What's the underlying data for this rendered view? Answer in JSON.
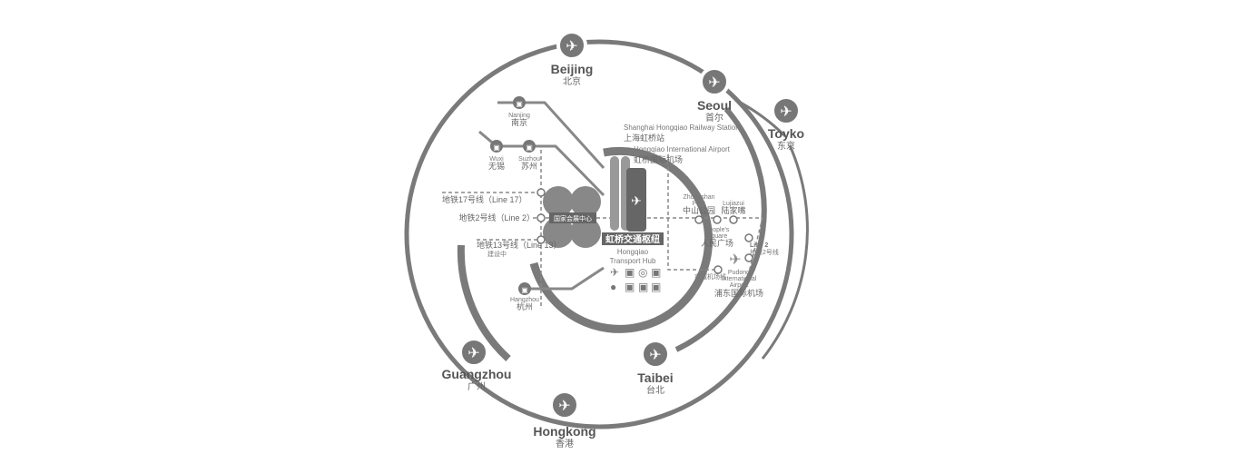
{
  "airports": {
    "beijing": {
      "en": "Beijing",
      "cn": "北京"
    },
    "seoul": {
      "en": "Seoul",
      "cn": "首尔"
    },
    "tokyo": {
      "en": "Toyko",
      "cn": "东京"
    },
    "guangzhou": {
      "en": "Guangzhou",
      "cn": "广州"
    },
    "hongkong": {
      "en": "Hongkong",
      "cn": "香港"
    },
    "taibei": {
      "en": "Taibei",
      "cn": "台北"
    }
  },
  "stations": {
    "nanjing": {
      "en": "Nanjing",
      "cn": "南京"
    },
    "wuxi": {
      "en": "Wuxi",
      "cn": "无锡"
    },
    "suzhou": {
      "en": "Suzhou",
      "cn": "苏州"
    },
    "hangzhou": {
      "en": "Hangzhou",
      "cn": "杭州"
    }
  },
  "lines": {
    "line17": "地铁17号线（Line 17）",
    "line2": "地铁2号线（Line 2）",
    "line13": "地铁13号线（Line 13）",
    "line13_note": "建设中",
    "line2_right_en": "Line 2",
    "line2_right_cn": "地铁2号线",
    "airport_line_cn": "市域机场线"
  },
  "hub": {
    "railway_en": "Shanghai Hongqiao Railway Station",
    "railway_cn": "上海虹桥站",
    "airport_en": "Hongqiao International Airport",
    "airport_cn": "虹桥国际机场",
    "hub_cn": "虹桥交通枢纽",
    "hub_en_1": "Hongqiao",
    "hub_en_2": "Transport Hub",
    "expo_cn": "国家会展中心"
  },
  "metro_stops": {
    "zhongshan": {
      "en1": "Zhongshan",
      "en2": "Park",
      "cn": "中山公园"
    },
    "lujiazui": {
      "en": "Lujiazui",
      "cn": "陆家嘴"
    },
    "peoples": {
      "en1": "People's",
      "en2": "Square",
      "cn": "人民广场"
    },
    "pudong": {
      "en1": "Pudong",
      "en2": "International",
      "en3": "Airport",
      "cn": "浦东国际机场"
    }
  },
  "colors": {
    "ring": "#7a7a7a",
    "text": "#555555",
    "line": "#888888"
  }
}
